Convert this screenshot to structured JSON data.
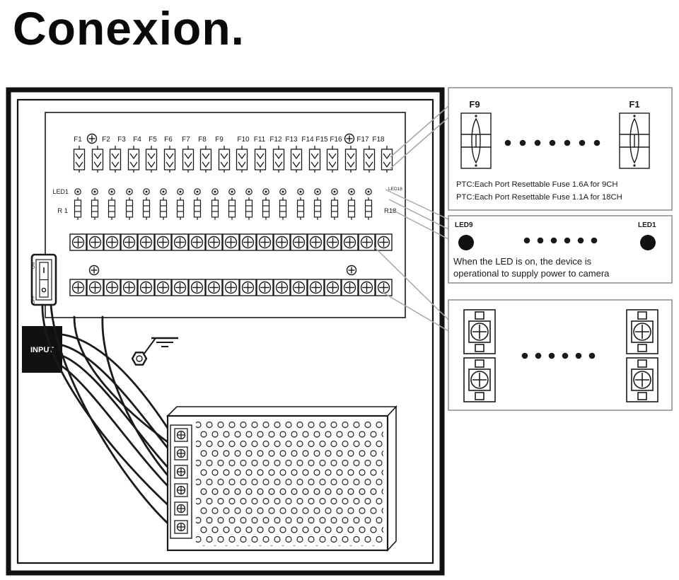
{
  "page": {
    "title": "Conexion."
  },
  "board": {
    "fuse_labels": [
      "F1",
      "F2",
      "F3",
      "F4",
      "F5",
      "F6",
      "F7",
      "F8",
      "F9",
      "F10",
      "F11",
      "F12",
      "F13",
      "F14",
      "F15",
      "F16",
      "F17",
      "F18"
    ],
    "led_left_label": "LED1",
    "led_right_label": "LED18",
    "resistor_left_label": "R 1",
    "resistor_right_label": "R18",
    "input_label": "INPUT",
    "switch_on_label": "ON",
    "switch_off_label": "OFF"
  },
  "callouts": {
    "fuse_detail": {
      "left_label": "F9",
      "right_label": "F1",
      "line1": "PTC:Each Port Resettable Fuse 1.6A for 9CH",
      "line2": "PTC:Each Port Resettable Fuse 1.1A for 18CH"
    },
    "led_detail": {
      "left_label": "LED9",
      "right_label": "LED1",
      "line1": "When the LED is on, the device is",
      "line2": "operational to supply power to camera"
    }
  }
}
